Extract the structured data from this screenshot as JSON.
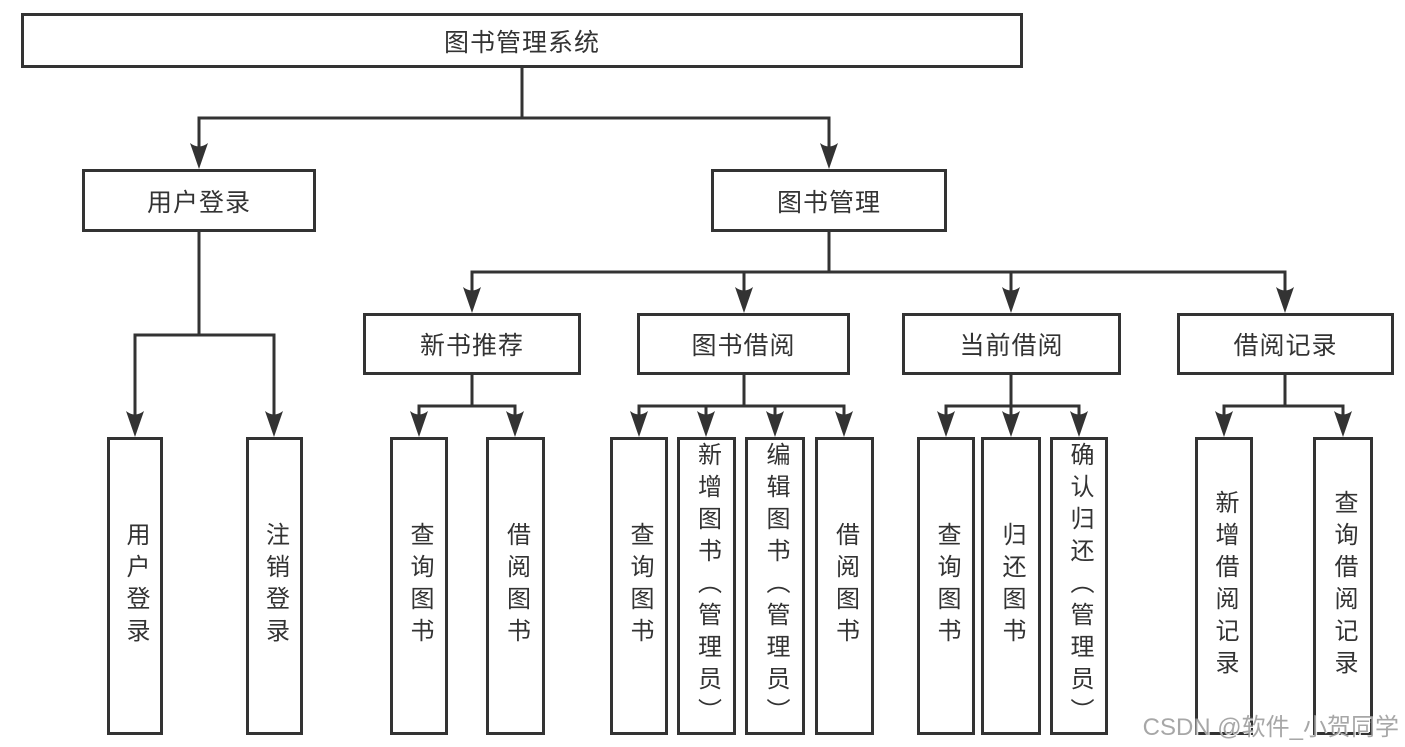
{
  "title": "图书管理系统",
  "tree": {
    "label": "图书管理系统",
    "children": [
      {
        "label": "用户登录",
        "children": [
          {
            "label": "用户登录"
          },
          {
            "label": "注销登录"
          }
        ]
      },
      {
        "label": "图书管理",
        "children": [
          {
            "label": "新书推荐",
            "children": [
              {
                "label": "查询图书"
              },
              {
                "label": "借阅图书"
              }
            ]
          },
          {
            "label": "图书借阅",
            "children": [
              {
                "label": "查询图书"
              },
              {
                "label": "新增图书（管理员）"
              },
              {
                "label": "编辑图书（管理员）"
              },
              {
                "label": "借阅图书"
              }
            ]
          },
          {
            "label": "当前借阅",
            "children": [
              {
                "label": "查询图书"
              },
              {
                "label": "归还图书"
              },
              {
                "label": "确认归还（管理员）"
              }
            ]
          },
          {
            "label": "借阅记录",
            "children": [
              {
                "label": "新增借阅记录"
              },
              {
                "label": "查询借阅记录"
              }
            ]
          }
        ]
      }
    ]
  },
  "watermark": {
    "text": "CSDN @软件_小贺同学"
  },
  "colors": {
    "line": "#333333",
    "text": "#333333",
    "background": "#ffffff",
    "watermark": "#989898"
  }
}
